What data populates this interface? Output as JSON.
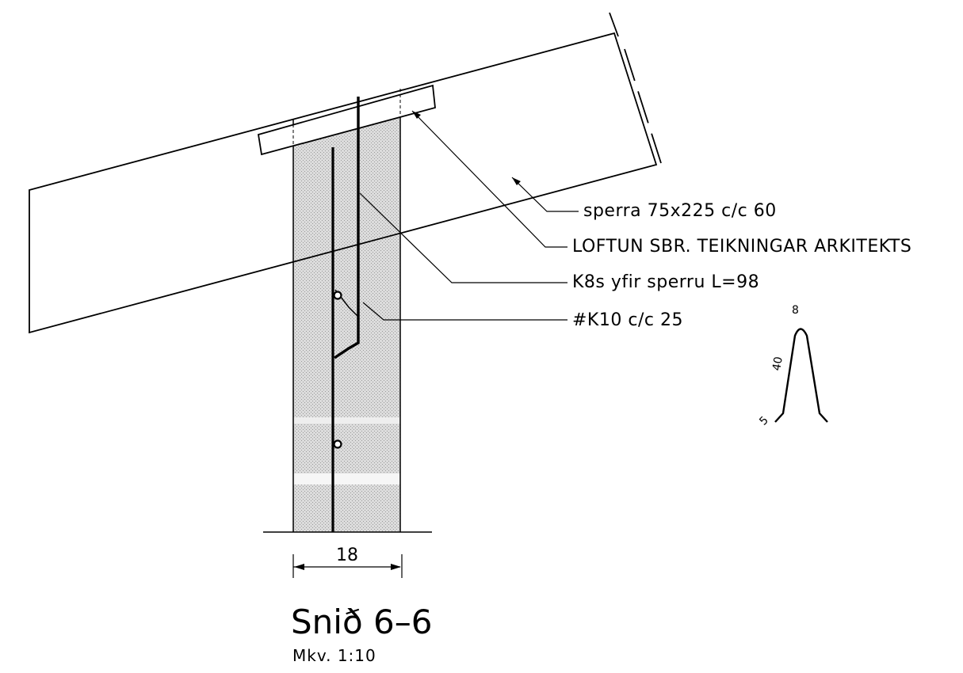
{
  "callouts": {
    "rafter": "sperra 75x225 c/c 60",
    "ventilation": "LOFTUN SBR. TEIKNINGAR ARKITEKTS",
    "strap": "K8s yfir sperru L=98",
    "mesh": "#K10 c/c 25"
  },
  "dimension": {
    "wall_width": "18"
  },
  "bar_shape": {
    "top": "8",
    "leg": "40",
    "hook": "5"
  },
  "title": {
    "section": "Snið 6–6",
    "scale": "Mkv. 1:10"
  }
}
